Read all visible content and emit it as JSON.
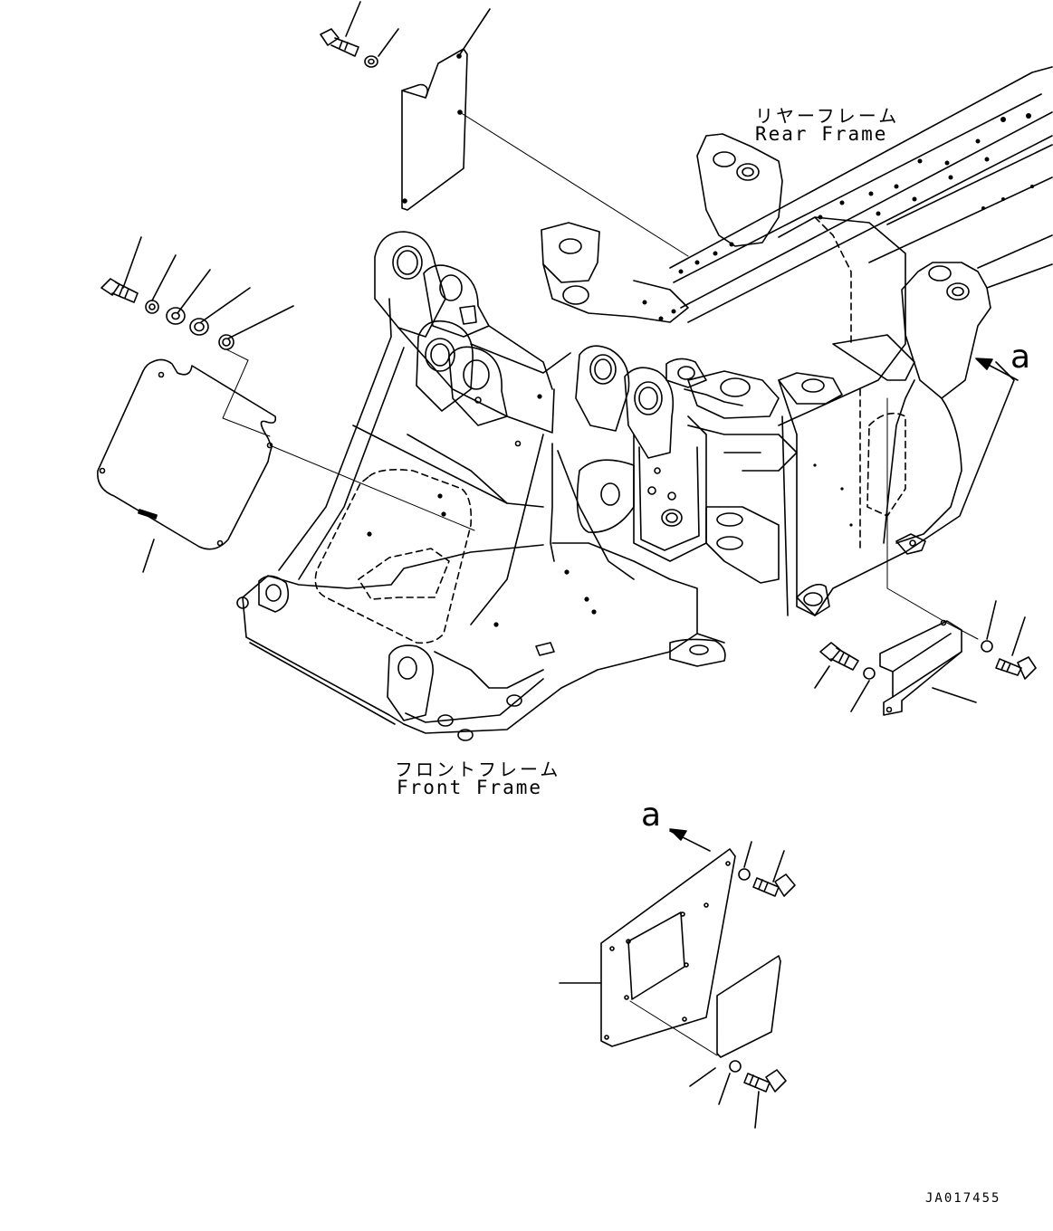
{
  "labels": {
    "rear_frame_jp": "リヤーフレーム",
    "rear_frame_en": "Rear Frame",
    "front_frame_jp": "フロントフレーム",
    "front_frame_en": "Front Frame",
    "view_a_upper": "a",
    "view_a_lower": "a",
    "drawing_number": "JA017455"
  }
}
